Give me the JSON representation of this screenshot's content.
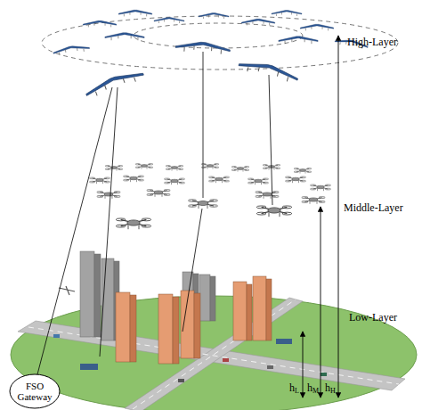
{
  "diagram": {
    "nodes": [
      {
        "text": [
          "FSO Gateway"
        ]
      }
    ],
    "labels": [
      "High-Layer",
      "Middle-Layer",
      "Low-Layer",
      "hL",
      "hM",
      "hH"
    ]
  }
}
